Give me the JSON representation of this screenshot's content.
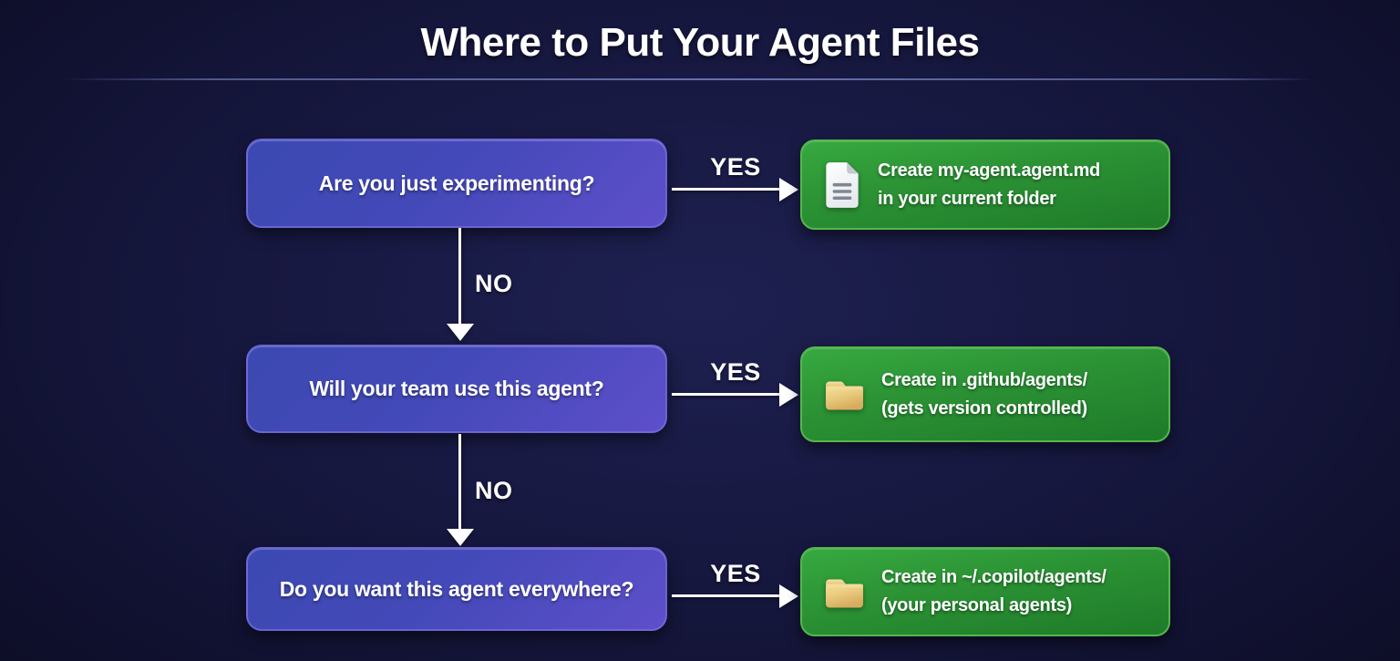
{
  "title": "Where to Put Your Agent Files",
  "colors": {
    "background_center": "#1e2050",
    "background_edge": "#0c0d24",
    "question_box_gradient_start": "#3c49b2",
    "question_box_gradient_end": "#5e4fca",
    "question_box_border": "#7e75e4",
    "result_box_gradient_start": "#37a940",
    "result_box_gradient_end": "#1e7b29",
    "result_box_border": "#54b74c",
    "arrow": "#ffffff",
    "divider": "#6c76b4",
    "folder_icon": "#ecd087",
    "document_icon": "#f4f6f8"
  },
  "rows": [
    {
      "question": "Are you just experimenting?",
      "yes_label": "YES",
      "no_label": "NO",
      "result_icon": "document-icon",
      "result_line1": "Create my-agent.agent.md",
      "result_line2": "in your current folder"
    },
    {
      "question": "Will your team use this agent?",
      "yes_label": "YES",
      "no_label": "NO",
      "result_icon": "folder-icon",
      "result_line1": "Create in .github/agents/",
      "result_line2": "(gets version controlled)"
    },
    {
      "question": "Do you want this agent everywhere?",
      "yes_label": "YES",
      "result_icon": "folder-icon",
      "result_line1": "Create in ~/.copilot/agents/",
      "result_line2": "(your personal agents)"
    }
  ]
}
